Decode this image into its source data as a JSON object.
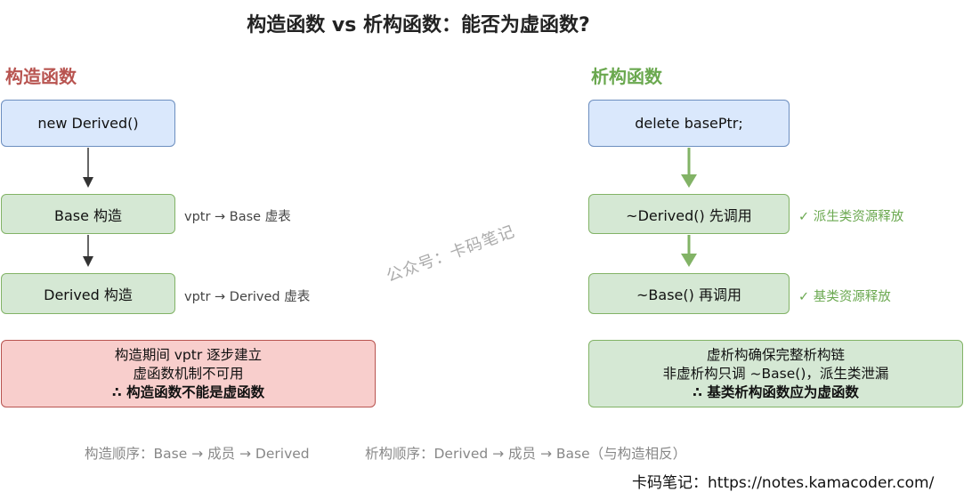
{
  "title": "构造函数 vs 析构函数：能否为虚函数?",
  "left": {
    "heading": "构造函数",
    "heading_color": "#b85450",
    "steps": [
      {
        "label": "new Derived()",
        "note": ""
      },
      {
        "label": "Base 构造",
        "note": "vptr → Base 虚表"
      },
      {
        "label": "Derived 构造",
        "note": "vptr → Derived 虚表"
      }
    ],
    "conclusion": [
      "构造期间 vptr 逐步建立",
      "虚函数机制不可用",
      "∴ 构造函数不能是虚函数"
    ],
    "order": "构造顺序：Base → 成员 → Derived"
  },
  "right": {
    "heading": "析构函数",
    "heading_color": "#6aa84f",
    "steps": [
      {
        "label": "delete basePtr;",
        "note": ""
      },
      {
        "label": "~Derived() 先调用",
        "note": "✓ 派生类资源释放"
      },
      {
        "label": "~Base() 再调用",
        "note": "✓ 基类资源释放"
      }
    ],
    "conclusion": [
      "虚析构确保完整析构链",
      "非虚析构只调 ~Base()，派生类泄漏",
      "∴ 基类析构函数应为虚函数"
    ],
    "order": "析构顺序：Derived → 成员 → Base（与构造相反）"
  },
  "watermark": "公众号：卡码笔记",
  "site": "卡码笔记：https://notes.kamacoder.com/",
  "colors": {
    "blue_fill": "#dae8fc",
    "blue_stroke": "#6c8ebf",
    "green_fill": "#d5e8d4",
    "green_stroke": "#82b366",
    "red_fill": "#f8cecc",
    "red_stroke": "#b85450",
    "dark_arrow": "#333333",
    "green_arrow": "#82b366"
  }
}
